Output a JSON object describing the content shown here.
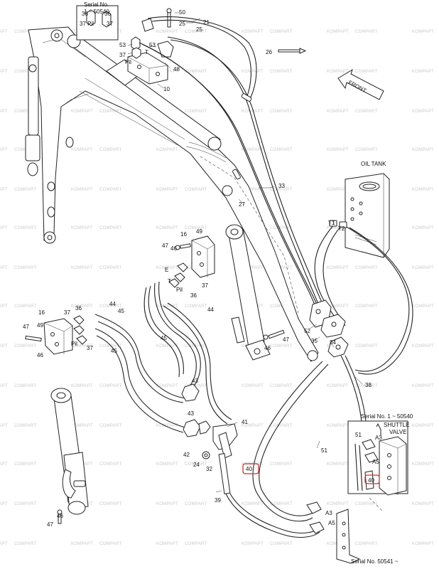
{
  "watermark": {
    "brand": "KOMPAPT",
    "wordmark": "COMPART"
  },
  "notes": {
    "serial_top_line1": "Serial No.",
    "serial_top_line2": "1 ~ 50540",
    "serial_inset": "Serial No. 1 ~ 50540",
    "serial_bottom": "Serial No. 50541 ~",
    "oil_tank": "OIL TANK",
    "shuttle_valve_line1": "SHUTTLE",
    "shuttle_valve_line2": "VALVE",
    "front": "FRONT"
  },
  "callouts": {
    "c50": "50",
    "c21": "21",
    "c25a": "25",
    "c25b": "25",
    "c36a": "36",
    "c36b": "36",
    "c37pil": "37 Pil",
    "c37a": "37",
    "c53a": "53",
    "c53b": "53",
    "c37b": "37",
    "ct": "T",
    "cpil": "Pil",
    "c48": "48",
    "c10": "10",
    "c26": "26",
    "c33": "33",
    "c27": "27",
    "ct1": "T1",
    "ct2": "T2",
    "c16a": "16",
    "c49": "49",
    "c47a": "47",
    "c46a": "46",
    "ce": "E",
    "ct3": "T",
    "cpil2": "Pil",
    "c37c": "37",
    "c36c": "36",
    "c44a": "44",
    "c45a": "45",
    "c44b": "44",
    "c16b": "16",
    "c37d": "37",
    "c36d": "36",
    "c47b": "47",
    "c49b": "49",
    "c46b": "46",
    "cpil3": "Pil",
    "c37e": "37",
    "c45b": "45",
    "c45c": "45",
    "c52": "52",
    "c35": "35",
    "c34": "34",
    "c47c": "47",
    "c46c": "46",
    "c38": "38",
    "c43a": "43",
    "c43b": "43",
    "c41": "41",
    "c42": "42",
    "c24": "24",
    "c32": "32",
    "c40": "40",
    "c39": "39",
    "c51": "51",
    "c47d": "47",
    "c46d": "46",
    "c51b": "51",
    "ca3": "A3",
    "ca5": "A5",
    "c40b": "40",
    "ca3b": "A3",
    "ca5b": "A5"
  },
  "highlight_color": "#c0392b"
}
